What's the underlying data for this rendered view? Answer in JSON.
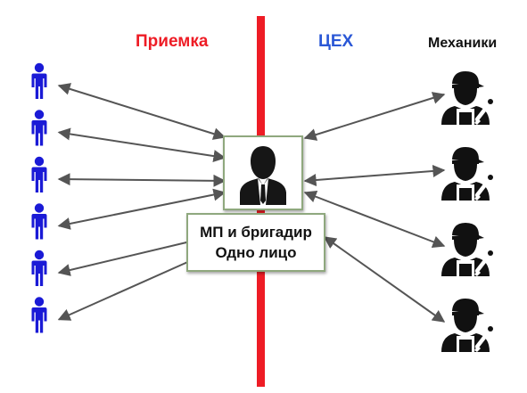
{
  "diagram": {
    "sections": {
      "left": "Приемка",
      "center": "ЦЕХ",
      "right": "Механики"
    },
    "central_node": {
      "line1": "МП и бригадир",
      "line2": "Одно лицо",
      "icon": "businessman-icon"
    },
    "left_nodes": {
      "count": 6,
      "icon": "person-icon",
      "color": "#1a1ad6"
    },
    "right_nodes": {
      "count": 4,
      "icon": "mechanic-with-wrench-icon",
      "color": "#111111"
    },
    "divider_color": "#ee1c25",
    "arrow_color": "#555555",
    "connections": "bidirectional"
  }
}
